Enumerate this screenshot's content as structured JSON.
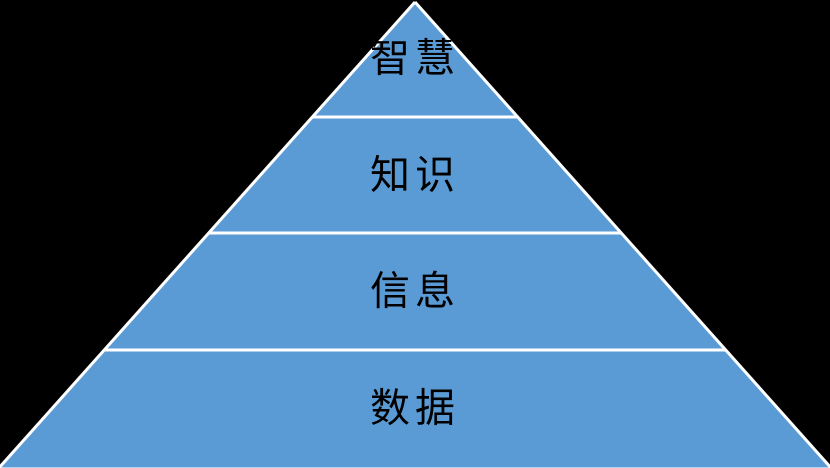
{
  "diagram": {
    "type": "pyramid",
    "levels": [
      {
        "label": "智慧"
      },
      {
        "label": "知识"
      },
      {
        "label": "信息"
      },
      {
        "label": "数据"
      }
    ]
  },
  "colors": {
    "fill": "#5B9BD5",
    "outline": "#FFFFFF",
    "background": "#000000",
    "text": "#000000"
  }
}
